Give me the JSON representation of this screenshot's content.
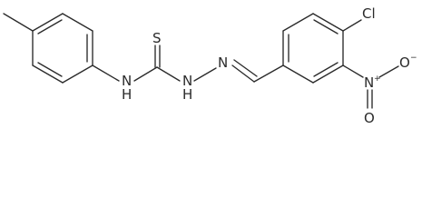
{
  "molecule": {
    "atoms": {
      "sulfur": "S",
      "amine_nh": "H\nN",
      "hydrazine_nh": "H\nN",
      "imine_n": "N",
      "chlorine": "Cl",
      "nitro_n": "N",
      "nitro_o_double": "O",
      "nitro_o_single": "O",
      "nitro_n_charge": "+",
      "nitro_o_charge": "−"
    }
  }
}
